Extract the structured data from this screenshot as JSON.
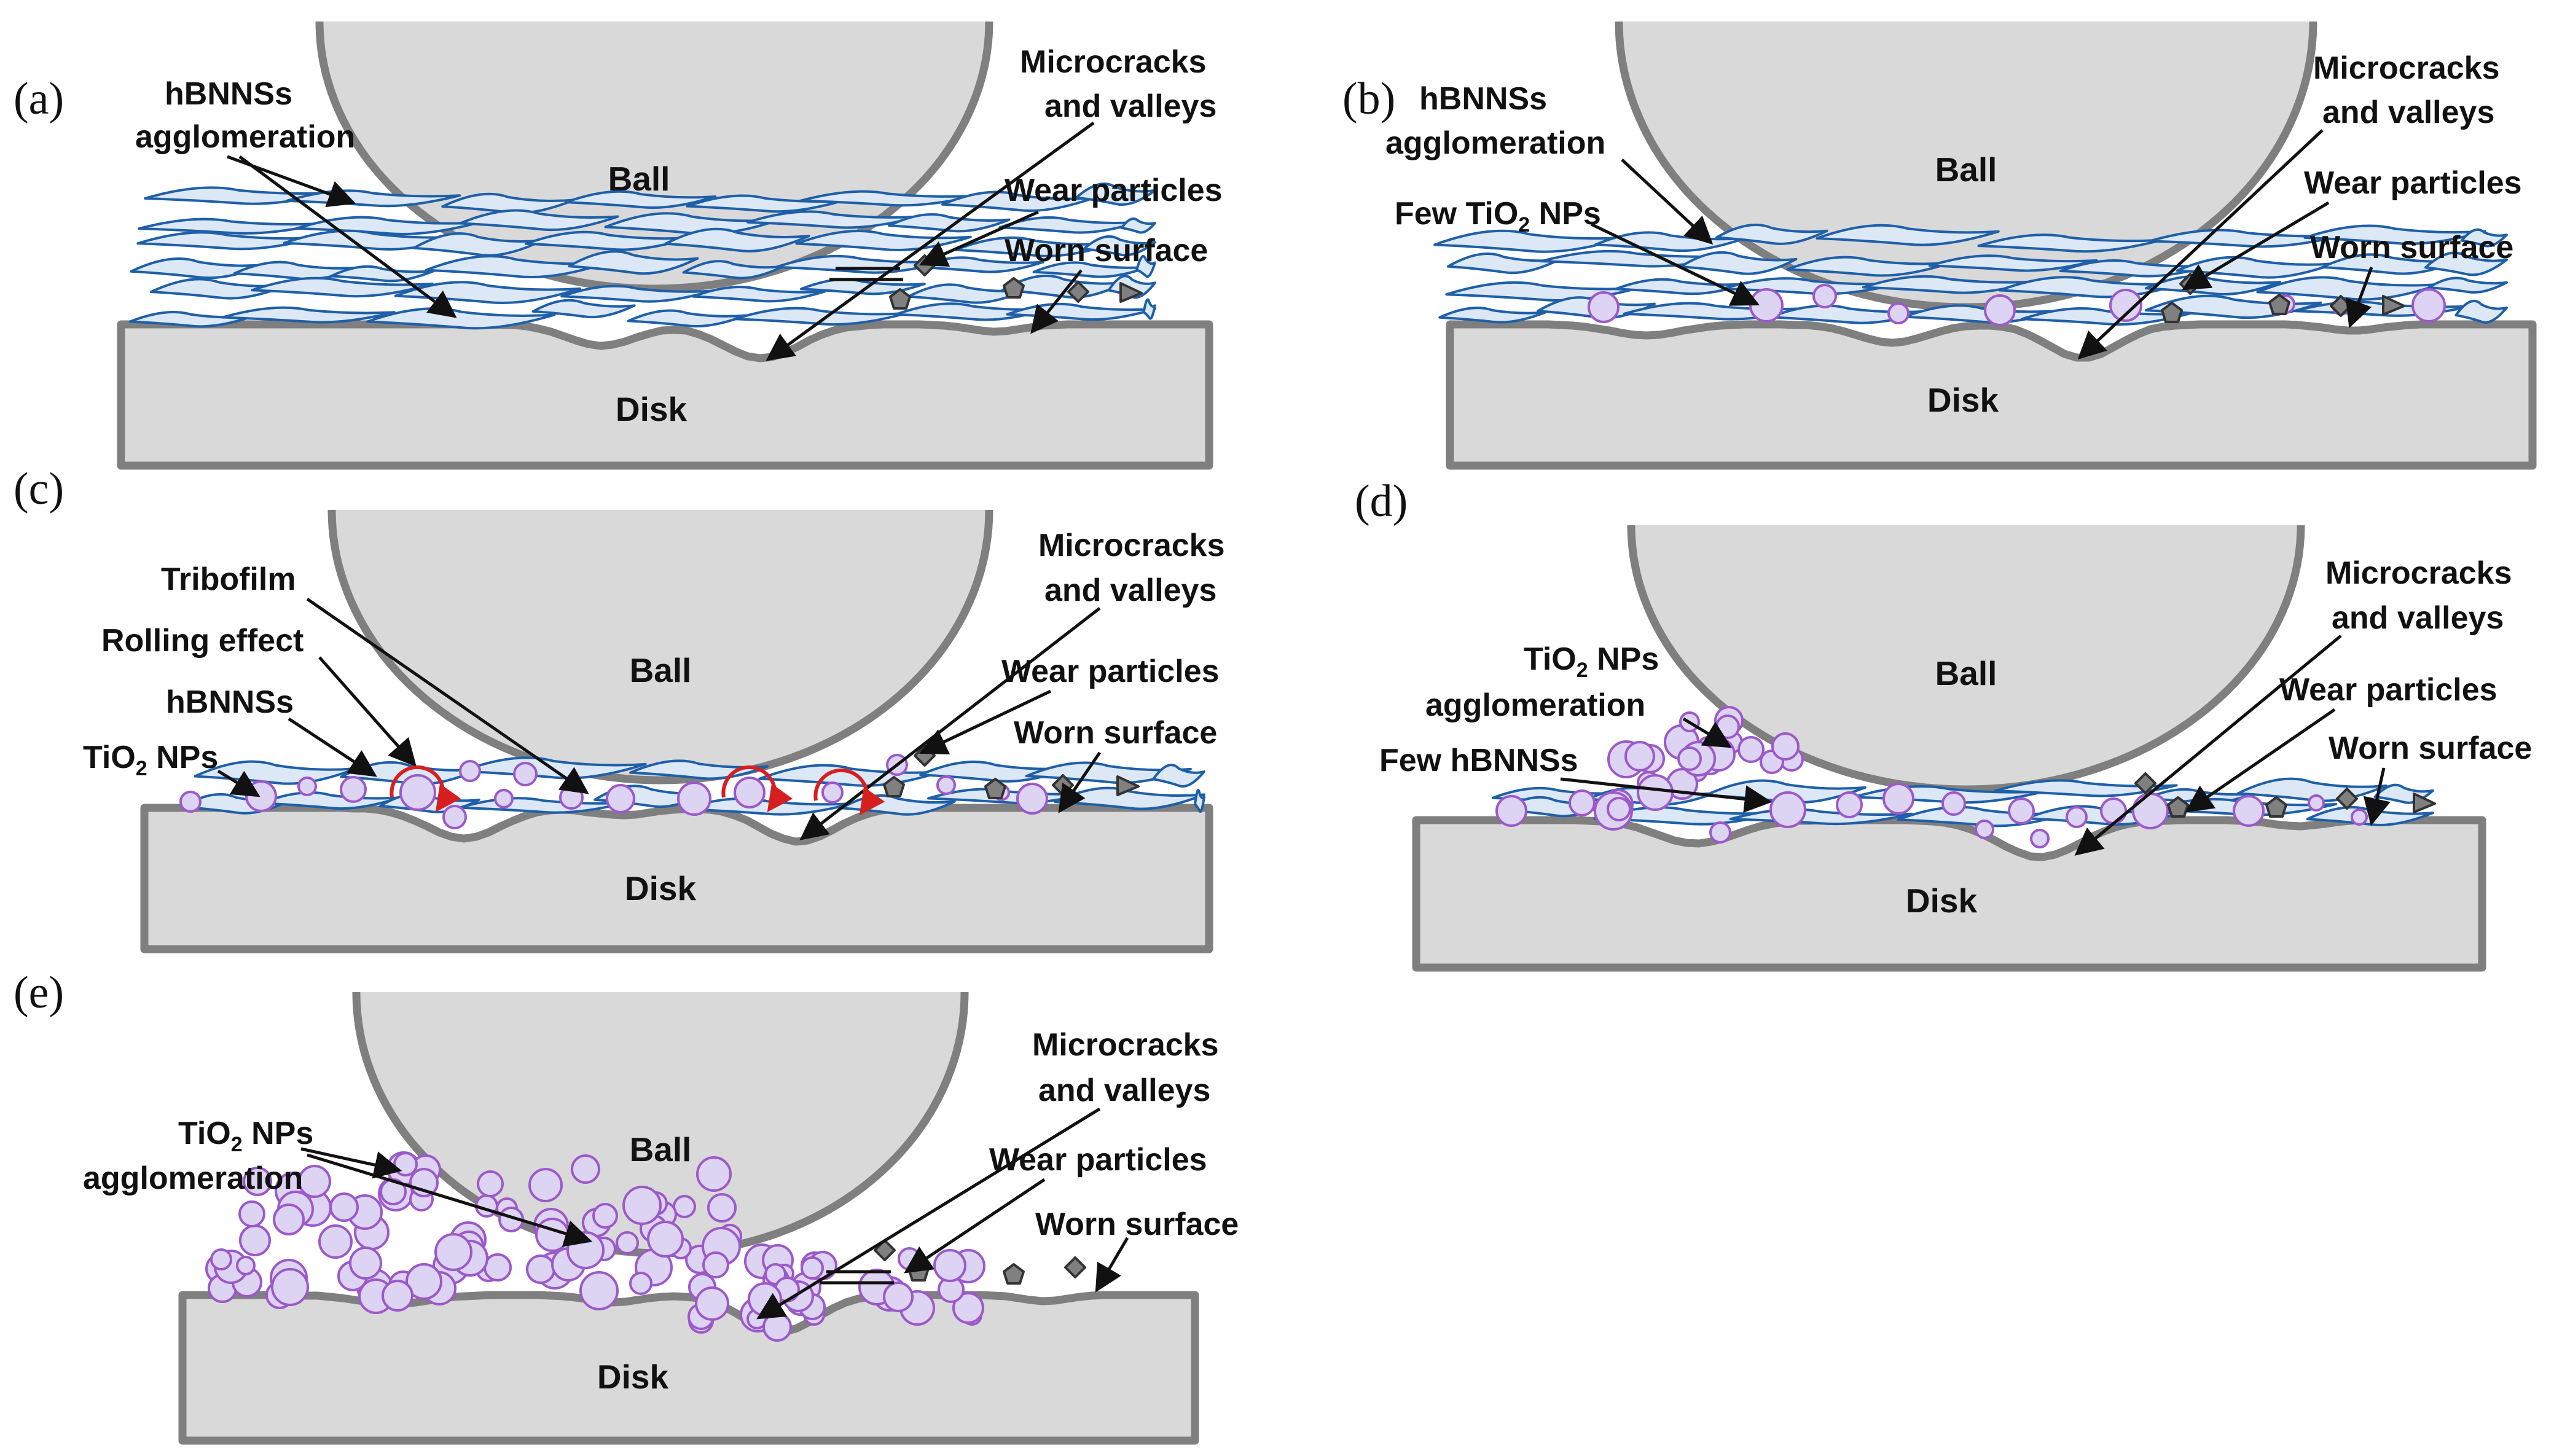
{
  "colors": {
    "body_fill": "#d9d9d9",
    "body_stroke": "#7f7f7f",
    "sheet_stroke": "#1f5fa8",
    "sheet_fill": "#dce8f5",
    "particle_fill": "#ddd3f2",
    "particle_stroke": "#9b59c9",
    "wear_fill": "#808080",
    "rolling_arrow": "#d62020"
  },
  "panels": {
    "a": {
      "letter": "(a)",
      "ball": "Ball",
      "disk": "Disk",
      "hbn_line1": "hBNNSs",
      "hbn_line2": "agglomeration",
      "micro_line1": "Microcracks",
      "micro_line2": "and valleys",
      "wear": "Wear particles",
      "worn": "Worn surface"
    },
    "b": {
      "letter": "(b)",
      "ball": "Ball",
      "disk": "Disk",
      "hbn_line1": "hBNNSs",
      "hbn_line2": "agglomeration",
      "few_tio2_prefix": "Few TiO",
      "few_tio2_sub": "2",
      "few_tio2_suffix": " NPs",
      "micro_line1": "Microcracks",
      "micro_line2": "and valleys",
      "wear": "Wear particles",
      "worn": "Worn surface"
    },
    "c": {
      "letter": "(c)",
      "ball": "Ball",
      "disk": "Disk",
      "tribofilm": "Tribofilm",
      "rolling": "Rolling effect",
      "hbn": "hBNNSs",
      "tio2_prefix": "TiO",
      "tio2_sub": "2",
      "tio2_suffix": " NPs",
      "micro_line1": "Microcracks",
      "micro_line2": "and valleys",
      "wear": "Wear particles",
      "worn": "Worn surface"
    },
    "d": {
      "letter": "(d)",
      "ball": "Ball",
      "disk": "Disk",
      "tio2_prefix": "TiO",
      "tio2_sub": "2",
      "tio2_suffix": " NPs",
      "agglomeration": "agglomeration",
      "few_hbn": "Few hBNNSs",
      "micro_line1": "Microcracks",
      "micro_line2": "and valleys",
      "wear": "Wear particles",
      "worn": "Worn surface"
    },
    "e": {
      "letter": "(e)",
      "ball": "Ball",
      "disk": "Disk",
      "tio2_prefix": "TiO",
      "tio2_sub": "2",
      "tio2_suffix": " NPs",
      "agglomeration": "agglomeration",
      "micro_line1": "Microcracks",
      "micro_line2": "and valleys",
      "wear": "Wear particles",
      "worn": "Worn surface"
    }
  }
}
